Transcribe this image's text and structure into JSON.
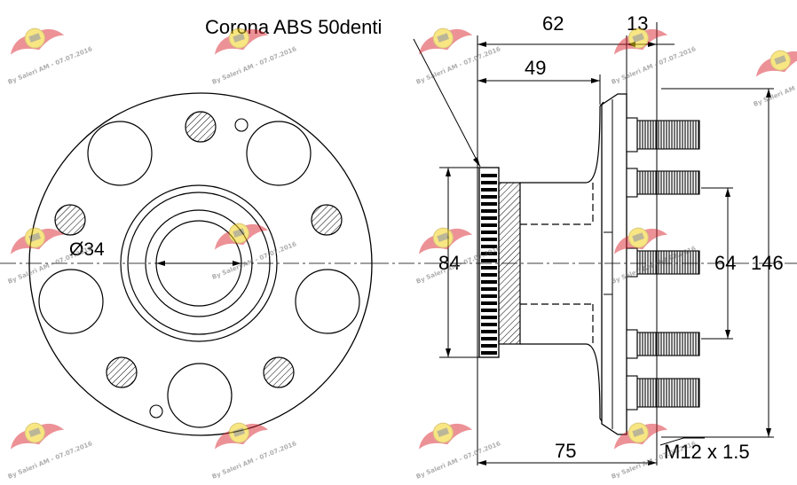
{
  "drawing": {
    "title": "Corona ABS 50denti",
    "hub_bore_label": "Ø34",
    "dimensions": {
      "overall_length": "62",
      "flange_offset": "13",
      "body_length": "49",
      "bearing_diameter": "84",
      "stud_circle": "64",
      "flange_diameter": "146",
      "stud_length": "75",
      "thread": "M12 x 1.5"
    }
  },
  "watermark": {
    "text": "By Salerì AM - 07.07.2016",
    "color": "#d9232e"
  }
}
